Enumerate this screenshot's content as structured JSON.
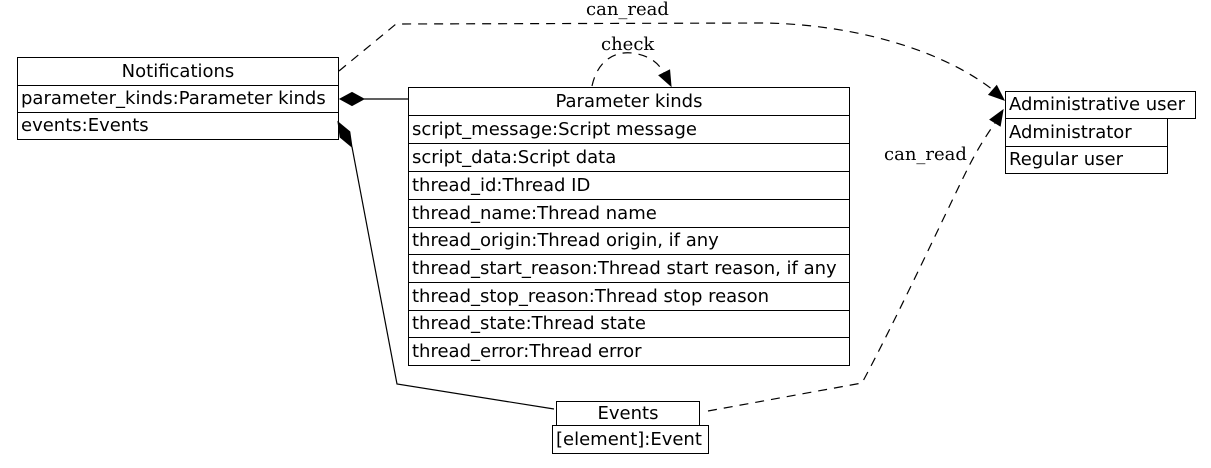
{
  "diagram": {
    "background": "#ffffff",
    "line_color": "#000000",
    "nodes": {
      "notifications": {
        "title": "Notifications",
        "rows": [
          "parameter_kinds:Parameter kinds",
          "events:Events"
        ]
      },
      "parameter_kinds": {
        "title": "Parameter kinds",
        "rows": [
          "script_message:Script message",
          "script_data:Script data",
          "thread_id:Thread ID",
          "thread_name:Thread name",
          "thread_origin:Thread origin, if any",
          "thread_start_reason:Thread start reason, if any",
          "thread_stop_reason:Thread stop reason",
          "thread_state:Thread state",
          "thread_error:Thread error"
        ]
      },
      "events": {
        "title": "Events",
        "rows": [
          "[element]:Event"
        ]
      },
      "users": {
        "title": "Administrative user",
        "rows": [
          "Administrator",
          "Regular user"
        ]
      }
    },
    "edges": [
      {
        "label": "can_read",
        "from": "Notifications",
        "to": "Administrative user",
        "style": "dashed-arrow"
      },
      {
        "label": "check",
        "from": "Parameter kinds",
        "to": "Parameter kinds",
        "style": "dashed-arrow-self-loop"
      },
      {
        "label": "can_read",
        "from": "Events",
        "to": "Administrative user",
        "style": "dashed-arrow"
      },
      {
        "label": "",
        "from": "Notifications.parameter_kinds",
        "to": "Parameter kinds",
        "style": "solid-diamond"
      },
      {
        "label": "",
        "from": "Notifications.events",
        "to": "Events",
        "style": "solid-diamond"
      }
    ]
  }
}
